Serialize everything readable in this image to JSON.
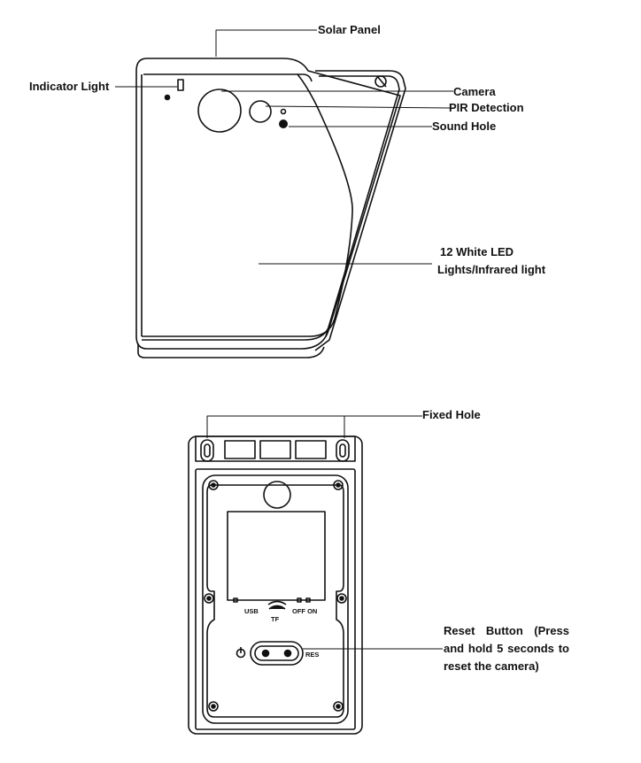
{
  "front_view": {
    "labels": {
      "solar_panel": "Solar Panel",
      "indicator_light": "Indicator Light",
      "camera": "Camera",
      "pir_detection": "PIR Detection",
      "sound_hole": "Sound Hole",
      "led_lights_line1": "12 White LED",
      "led_lights_line2": "Lights/Infrared light"
    }
  },
  "back_view": {
    "labels": {
      "fixed_hole": "Fixed Hole",
      "reset_button": "Reset Button (Press and hold 5 seconds to reset the camera)"
    },
    "port_labels": {
      "usb": "USB",
      "tf": "TF",
      "off_on": "OFF ON",
      "res": "RES"
    }
  }
}
